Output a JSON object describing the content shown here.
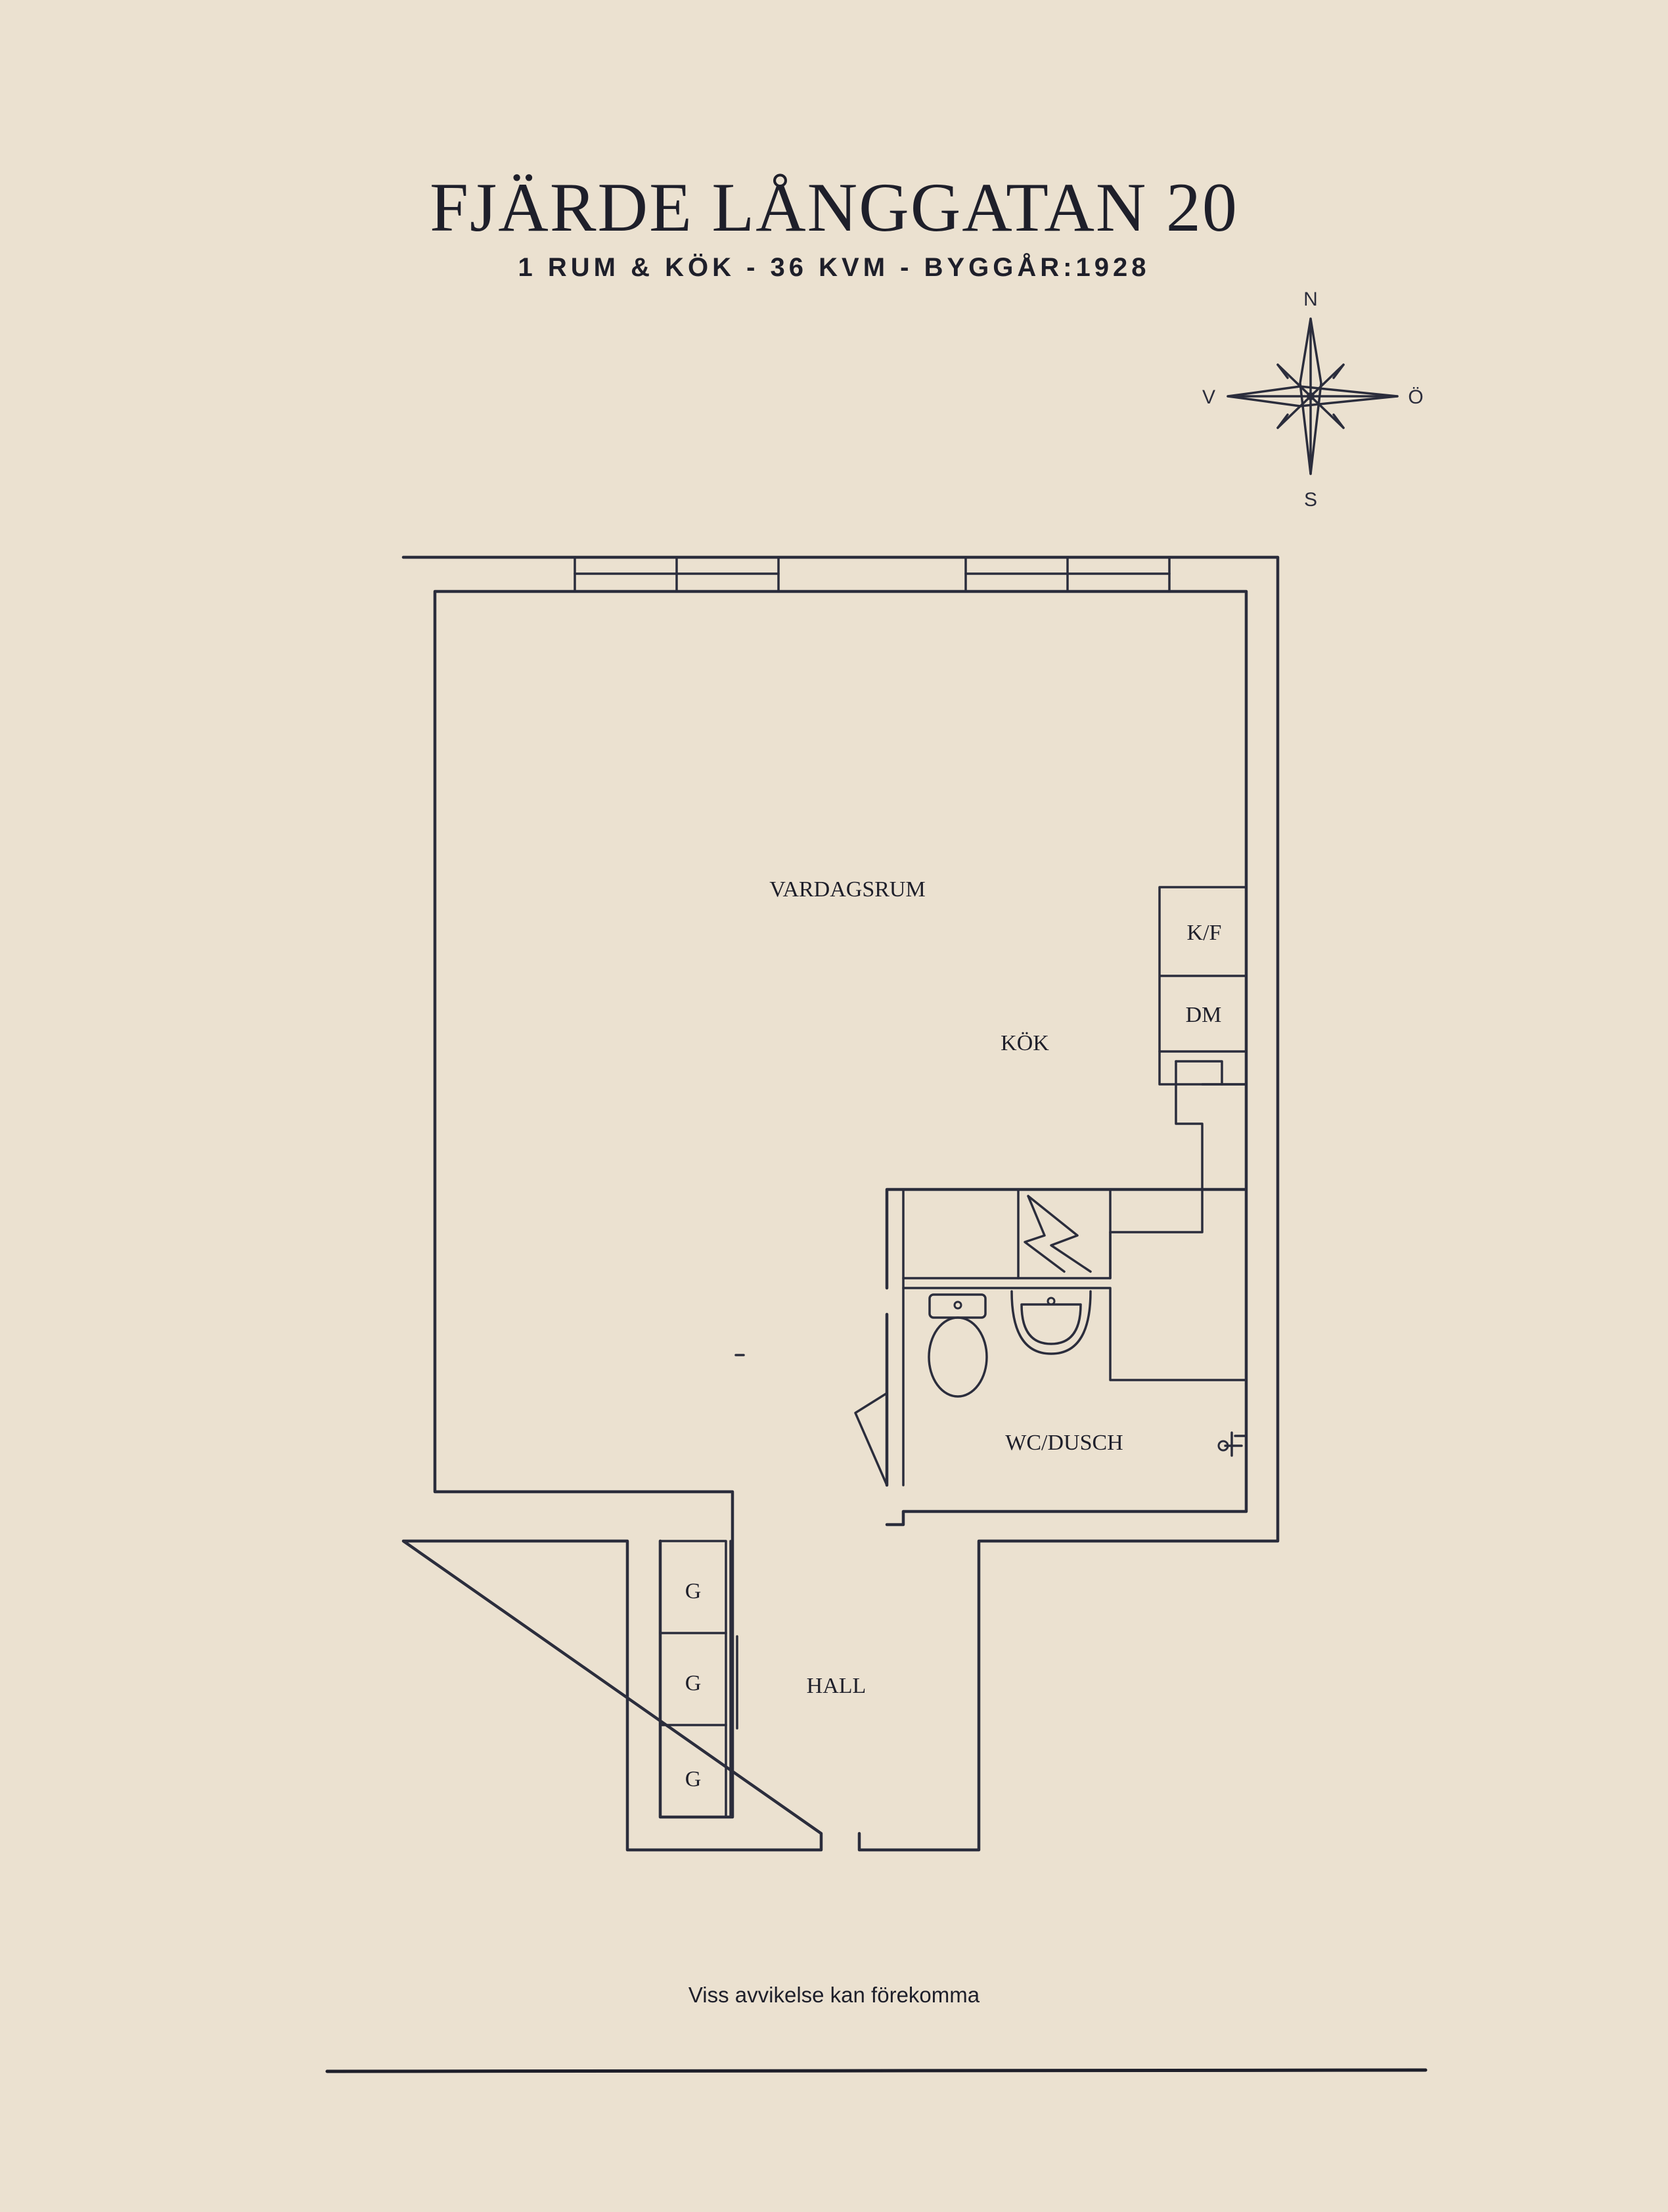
{
  "header": {
    "title": "FJÄRDE LÅNGGATAN 20",
    "subtitle": "1 RUM & KÖK - 36 KVM - BYGGÅR:1928"
  },
  "compass": {
    "north": "N",
    "east": "Ö",
    "south": "S",
    "west": "V",
    "icon": "compass-rose-icon"
  },
  "rooms": {
    "living": "VARDAGSRUM",
    "kitchen": "KÖK",
    "fridge_freezer": "K/F",
    "dishwasher": "DM",
    "bathroom": "WC/DUSCH",
    "hall": "HALL",
    "wardrobe_1": "G",
    "wardrobe_2": "G",
    "wardrobe_3": "G"
  },
  "footer": {
    "disclaimer": "Viss avvikelse kan förekomma"
  },
  "colors": {
    "background": "#ebe1d0",
    "ink": "#2b2d3c"
  }
}
